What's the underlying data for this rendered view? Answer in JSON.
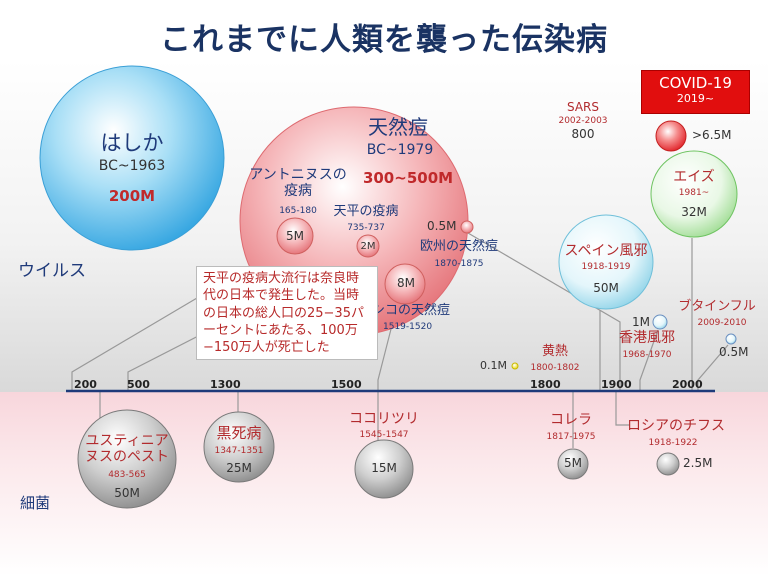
{
  "title": "これまでに人類を襲った伝染病",
  "categories": {
    "virus": "ウイルス",
    "bacteria": "細菌"
  },
  "timeline_ticks": [
    "200",
    "500",
    "1300",
    "1500",
    "1800",
    "1900",
    "2000"
  ],
  "note": "天平の疫病大流行は奈良時代の日本で発生した。当時の日本の総人口の25−35パーセントにあたる、100万−150万人が死亡した",
  "diseases": {
    "measles": {
      "name": "はしか",
      "period": "BC~1963",
      "deaths": "200M"
    },
    "smallpox": {
      "name": "天然痘",
      "period": "BC~1979",
      "deaths": "300~500M"
    },
    "antonine": {
      "name": "アントニヌスの疫病",
      "period": "165-180",
      "deaths": "5M"
    },
    "tenpyo": {
      "name": "天平の疫病",
      "period": "735-737",
      "deaths": "2M"
    },
    "mexico_smallpox": {
      "name": "メキシコの天然痘",
      "period": "1519-1520",
      "deaths": "8M"
    },
    "europe_smallpox": {
      "name": "欧州の天然痘",
      "period": "1870-1875",
      "deaths": "0.5M"
    },
    "sars": {
      "name": "SARS",
      "period": "2002-2003",
      "deaths": "800"
    },
    "covid": {
      "name": "COVID-19",
      "period": "2019~",
      "deaths": ">6.5M"
    },
    "aids": {
      "name": "エイズ",
      "period": "1981~",
      "deaths": "32M"
    },
    "spanish_flu": {
      "name": "スペイン風邪",
      "period": "1918-1919",
      "deaths": "50M"
    },
    "yellow_fever": {
      "name": "黄熱",
      "period": "1800-1802",
      "deaths": "0.1M"
    },
    "hongkong_flu": {
      "name": "香港風邪",
      "period": "1968-1970",
      "deaths": "1M"
    },
    "swine_flu": {
      "name": "ブタインフル",
      "period": "2009-2010",
      "deaths": "0.5M"
    },
    "justinian": {
      "name": "ユスティニアヌスのペスト",
      "period": "483-565",
      "deaths": "50M"
    },
    "black_death": {
      "name": "黒死病",
      "period": "1347-1351",
      "deaths": "25M"
    },
    "cocoliztli": {
      "name": "ココリツリ",
      "period": "1545-1547",
      "deaths": "15M"
    },
    "cholera": {
      "name": "コレラ",
      "period": "1817-1975",
      "deaths": "5M"
    },
    "russian_flu": {
      "name": "ロシアのチフス",
      "period": "1918-1922",
      "deaths": "2.5M"
    }
  },
  "colors": {
    "title": "#1a3363",
    "virus_label": "#1f3a7a",
    "bacteria_label": "#c0292b",
    "covid_box": "#e10e0e",
    "axis": "#1f3a7a"
  }
}
